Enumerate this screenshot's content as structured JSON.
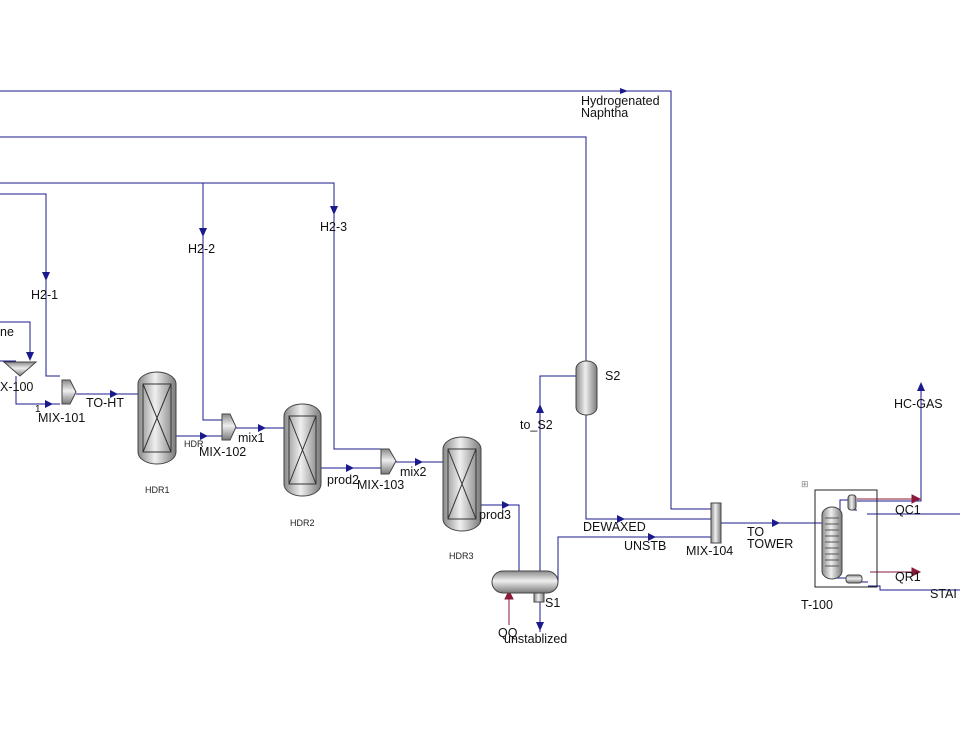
{
  "colors": {
    "material_stream": "#1a1a8c",
    "energy_stream": "#8b1a3a",
    "vessel_stroke": "#444444",
    "vessel_fill": "#cfcfcf"
  },
  "labels": {
    "hydrogenated_naphtha_1": "Hydrogenated",
    "hydrogenated_naphtha_2": "Naphtha",
    "h2_2": "H2-2",
    "h2_3": "H2-3",
    "h2_1": "H2-1",
    "feed_partial": "ne",
    "mix100_partial": "X-100",
    "stream_1": "1",
    "mix_101": "MIX-101",
    "to_ht": "TO-HT",
    "hdr1": "HDR1",
    "hdr_small": "HDR",
    "mix_102": "MIX-102",
    "mix1": "mix1",
    "hdr2": "HDR2",
    "prod2": "prod2",
    "mix_103": "MIX-103",
    "mix2": "mix2",
    "hdr3": "HDR3",
    "prod3": "prod3",
    "to_s2": "to_S2",
    "s2": "S2",
    "dewaxed": "DEWAXED",
    "unstb": "UNSTB",
    "mix_104": "MIX-104",
    "to_tower_1": "TO",
    "to_tower_2": "TOWER",
    "s1": "S1",
    "qq": "QQ",
    "unstablized": "unstablized",
    "hc_gas": "HC-GAS",
    "qc1": "QC1",
    "qr1": "QR1",
    "t100": "T-100",
    "stab_partial": "STAI",
    "t100_icon_text": "⊞"
  }
}
